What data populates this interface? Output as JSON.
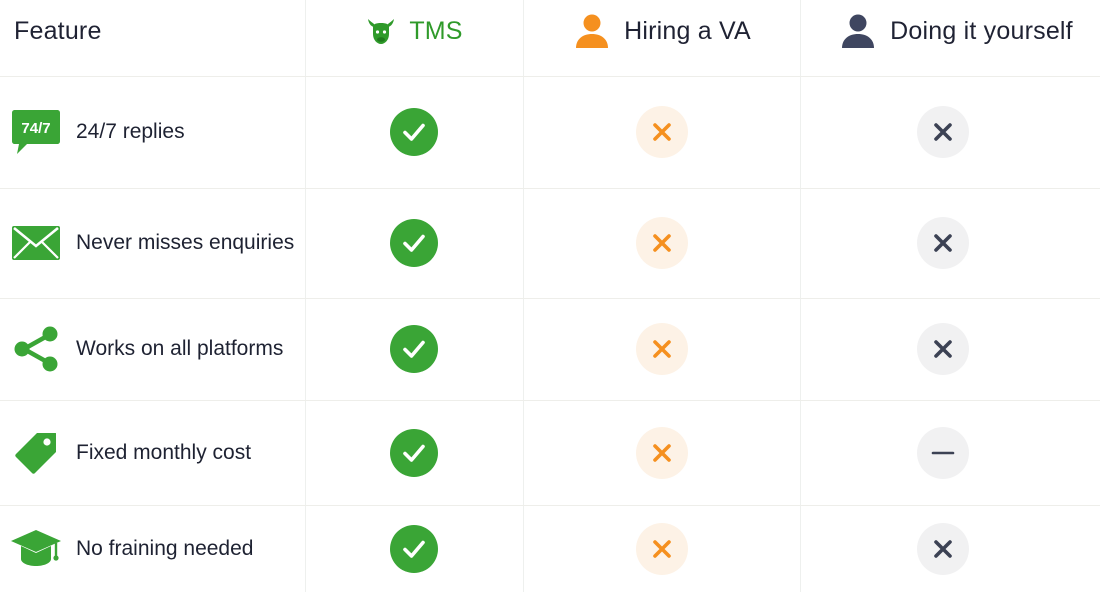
{
  "header": {
    "feature_label": "Feature",
    "columns": [
      {
        "key": "tms",
        "label": "TMS",
        "icon": "bull-head-icon",
        "color": "#2f9a2a"
      },
      {
        "key": "va",
        "label": "Hiring a VA",
        "icon": "person-icon",
        "color": "#f5901f"
      },
      {
        "key": "diy",
        "label": "Doing it yourself",
        "icon": "person-icon",
        "color": "#3f4660"
      }
    ]
  },
  "rows": [
    {
      "label": "24/7 replies",
      "icon": "chat-bubble-icon",
      "icon_text": "74/7",
      "tms": "check",
      "va": "cross",
      "diy": "cross"
    },
    {
      "label": "Never misses enquiries",
      "icon": "envelope-icon",
      "tms": "check",
      "va": "cross",
      "diy": "cross"
    },
    {
      "label": "Works on all platforms",
      "icon": "share-icon",
      "tms": "check",
      "va": "cross",
      "diy": "cross"
    },
    {
      "label": "Fixed monthly cost",
      "icon": "price-tag-icon",
      "tms": "check",
      "va": "cross",
      "diy": "dash"
    },
    {
      "label": "No fraining needed",
      "icon": "graduation-cap-icon",
      "tms": "check",
      "va": "cross",
      "diy": "cross"
    }
  ],
  "colors": {
    "brand_green": "#3aa536",
    "va_orange": "#f5901f",
    "diy_gray": "#3f4660",
    "text": "#1f2233"
  }
}
